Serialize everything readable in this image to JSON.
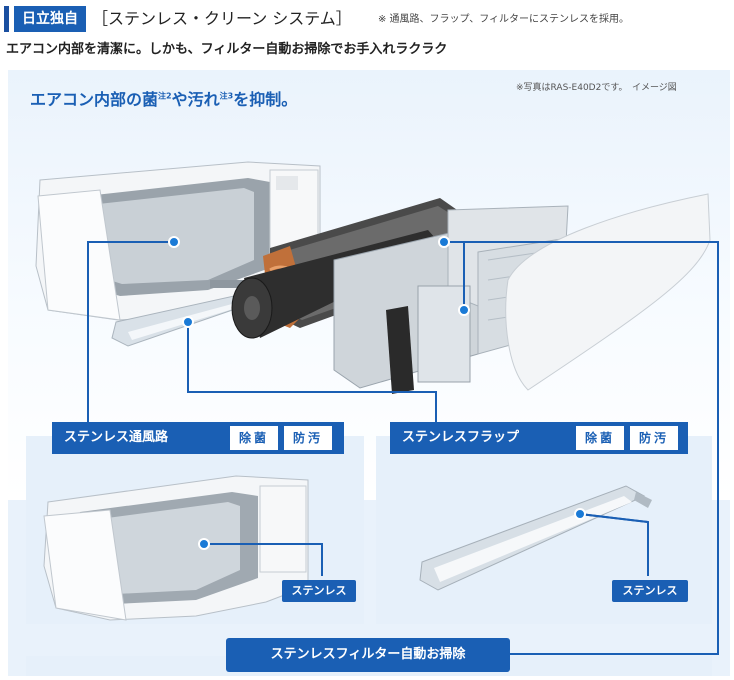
{
  "header": {
    "badge": "日立独自",
    "title": "［ステンレス・クリーン システム］",
    "title_note": "※ 通風路、フラップ、フィルターにステンレスを採用。",
    "subtitle": "エアコン内部を清潔に。しかも、フィルター自動お掃除でお手入れラクラク"
  },
  "hero": {
    "headline_a": "エアコン内部の菌",
    "headline_sup1": "注2",
    "headline_b": "や汚れ",
    "headline_sup2": "注3",
    "headline_c": "を抑制。",
    "photo_note": "※写真はRAS-E40D2です。　イメージ図"
  },
  "panels": {
    "left": {
      "title": "ステンレス通風路",
      "tag1": "除菌",
      "tag2": "防汚",
      "pill": "ステンレス"
    },
    "right": {
      "title": "ステンレスフラップ",
      "tag1": "除菌",
      "tag2": "防汚",
      "pill": "ステンレス"
    }
  },
  "bottom": {
    "label": "ステンレスフィルター自動お掃除"
  },
  "colors": {
    "brand_blue": "#1a5fb4",
    "panel_bg": "#e6f0fa"
  },
  "icons": [
    "air-conditioner-body-illustration",
    "heat-exchanger-illustration",
    "fan-roller-illustration",
    "filter-illustration",
    "front-panel-illustration",
    "flap-illustration"
  ]
}
